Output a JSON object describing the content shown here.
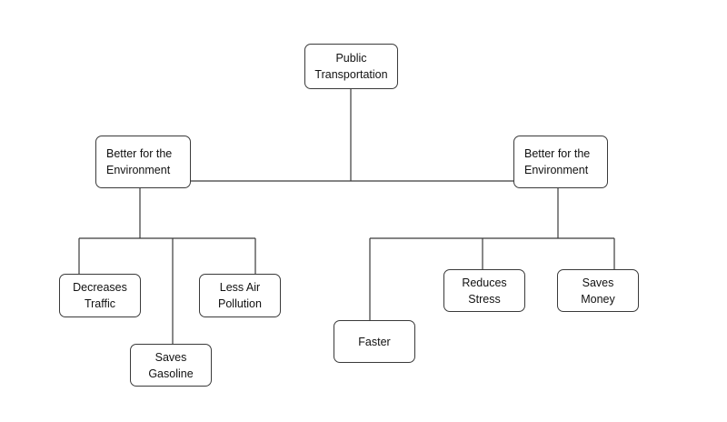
{
  "diagram": {
    "root": {
      "label": "Public\nTransportation"
    },
    "branches": [
      {
        "label": "Better for the\nEnvironment",
        "children": [
          {
            "label": "Decreases\nTraffic"
          },
          {
            "label": "Saves\nGasoline"
          },
          {
            "label": "Less Air\nPollution"
          }
        ]
      },
      {
        "label": "Better for the\nEnvironment",
        "children": [
          {
            "label": "Faster"
          },
          {
            "label": "Reduces\nStress"
          },
          {
            "label": "Saves\nMoney"
          }
        ]
      }
    ],
    "colors": {
      "line": "#3a3a3a",
      "box_border": "#3a3a3a",
      "text": "#111111",
      "background": "#ffffff"
    }
  }
}
